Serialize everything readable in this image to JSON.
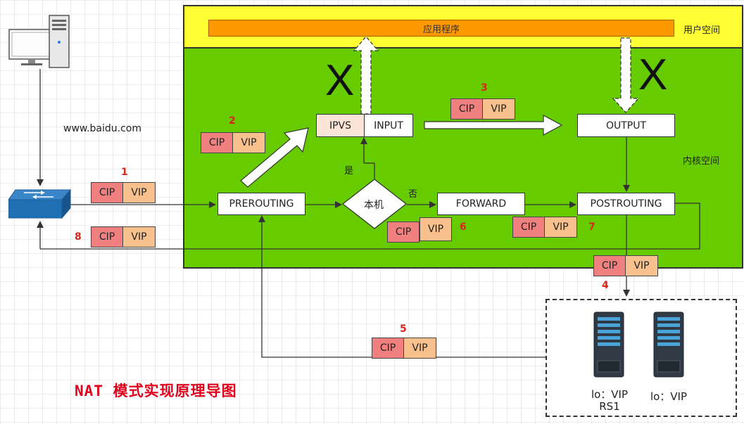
{
  "user_space": {
    "label": "用户空间",
    "app": "应用程序"
  },
  "kernel_space": {
    "label": "内核空间"
  },
  "client": {
    "url": "www.baidu.com"
  },
  "chains": {
    "ipvs": "IPVS",
    "input": "INPUT",
    "output": "OUTPUT",
    "prerouting": "PREROUTING",
    "forward": "FORWARD",
    "postrouting": "POSTROUTING",
    "decision": "本机",
    "yes": "是",
    "no": "否"
  },
  "blocked": {
    "up": "X",
    "down": "X"
  },
  "packets": [
    {
      "num": "1",
      "cip": "CIP",
      "vip": "VIP"
    },
    {
      "num": "2",
      "cip": "CIP",
      "vip": "VIP"
    },
    {
      "num": "3",
      "cip": "CIP",
      "vip": "VIP"
    },
    {
      "num": "4",
      "cip": "CIP",
      "vip": "VIP"
    },
    {
      "num": "5",
      "cip": "CIP",
      "vip": "VIP"
    },
    {
      "num": "6",
      "cip": "CIP",
      "vip": "VIP"
    },
    {
      "num": "7",
      "cip": "CIP",
      "vip": "VIP"
    },
    {
      "num": "8",
      "cip": "CIP",
      "vip": "VIP"
    }
  ],
  "servers": [
    {
      "lo": "lo：VIP",
      "name": "RS1"
    },
    {
      "lo": "lo：VIP",
      "name": ""
    }
  ],
  "title": "NAT 模式实现原理导图",
  "colors": {
    "user_space": "#ffff33",
    "kernel_space": "#66cc00",
    "app_bar": "#ff9900",
    "cip": "#f08080",
    "vip": "#f8c08c",
    "accent": "#e0001b"
  }
}
